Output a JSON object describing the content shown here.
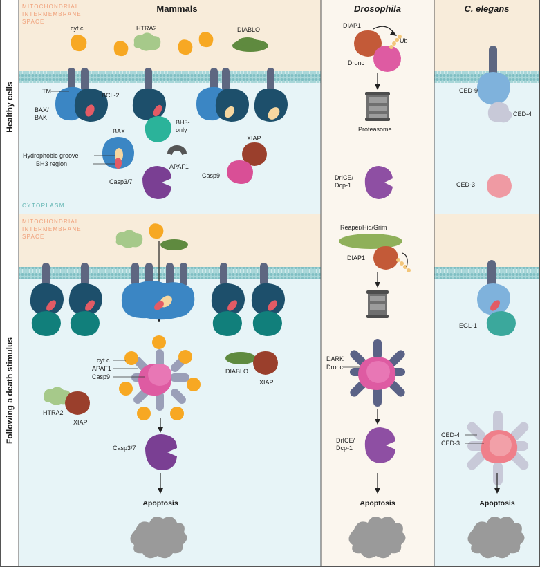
{
  "columns": {
    "mammals": "Mammals",
    "drosophila": "Drosophila",
    "elegans": "C. elegans"
  },
  "rows": {
    "healthy": "Healthy cells",
    "death": "Following a death stimulus"
  },
  "compartments": {
    "ims_line1": "MITOCHONDRIAL",
    "ims_line2": "INTERMEMBRANE",
    "ims_line3": "SPACE",
    "cytoplasm": "CYTOPLASM"
  },
  "healthy_mammals": {
    "cytc": "cyt c",
    "htra2": "HTRA2",
    "diablo": "DIABLO",
    "tm": "TM",
    "bcl2": "BCL-2",
    "baxbak_1": "BAX/",
    "baxbak_2": "BAK",
    "bh3only_1": "BH3-",
    "bh3only_2": "only",
    "bax": "BAX",
    "hydro": "Hydrophobic groove",
    "bh3region": "BH3 region",
    "apaf1": "APAF1",
    "xiap": "XIAP",
    "casp9": "Casp9",
    "casp37": "Casp3/7"
  },
  "healthy_fly": {
    "diap1": "DIAP1",
    "ub": "Ub",
    "dronc": "Dronc",
    "proteasome": "Proteasome",
    "drice_1": "DrICE/",
    "drice_2": "Dcp-1"
  },
  "healthy_worm": {
    "ced9": "CED-9",
    "ced4": "CED-4",
    "ced3": "CED-3"
  },
  "death_mammals": {
    "cytc": "cyt c",
    "apaf1": "APAF1",
    "casp9": "Casp9",
    "diablo": "DIABLO",
    "xiap_a": "XIAP",
    "htra2": "HTRA2",
    "xiap_b": "XIAP",
    "casp37": "Casp3/7",
    "apoptosis": "Apoptosis"
  },
  "death_fly": {
    "rhg": "Reaper/Hid/Grim",
    "diap1": "DIAP1",
    "dark": "DARK",
    "dronc": "Dronc",
    "drice_1": "DrICE/",
    "drice_2": "Dcp-1",
    "apoptosis": "Apoptosis"
  },
  "death_worm": {
    "egl1": "EGL-1",
    "ced4": "CED-4",
    "ced3": "CED-3",
    "apoptosis": "Apoptosis"
  },
  "colors": {
    "ims": "#f8ecda",
    "cytoplasm": "#e7f4f7",
    "membrane": "#a9d7d9",
    "bcl2": "#1d4f6b",
    "bax": "#3b86c4",
    "bh3only": "#2bb39a",
    "teal_dark": "#117f7b",
    "cytc": "#f7a823",
    "htra2": "#a6c98a",
    "diablo": "#5f8a3f",
    "xiap": "#9a3f2c",
    "casp9": "#d94f96",
    "casp37": "#7a3f93",
    "apaf1": "#555555",
    "dronc": "#de5ba2",
    "diap1": "#c35a38",
    "dark": "#5a6286",
    "ced9": "#7fb2dc",
    "ced4": "#c8c9d8",
    "ced3": "#ef9aa3",
    "tm": "#5e6781",
    "debris": "#9a9a9a"
  }
}
